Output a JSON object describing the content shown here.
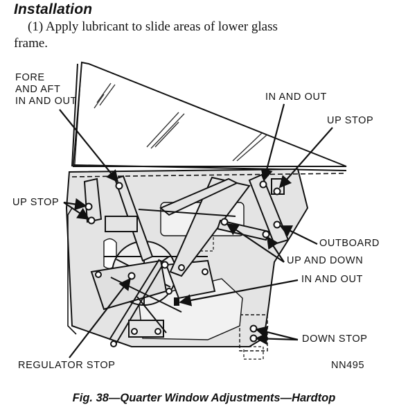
{
  "heading": "Installation",
  "step": {
    "line1": "(1) Apply lubricant to slide areas of lower glass",
    "line2": "frame."
  },
  "labels": {
    "fore_aft_1": "FORE",
    "fore_aft_2": "AND AFT",
    "fore_aft_3": "IN AND OUT",
    "up_stop_left": "UP STOP",
    "in_and_out_top": "IN AND OUT",
    "up_stop_right": "UP STOP",
    "outboard": "OUTBOARD",
    "up_and_down": "UP AND DOWN",
    "in_and_out_mid": "IN AND OUT",
    "down_stop": "DOWN STOP",
    "regulator_stop": "REGULATOR STOP",
    "code": "NN495"
  },
  "caption": "Fig. 38—Quarter Window Adjustments—Hardtop",
  "colors": {
    "ink": "#111111",
    "panel": "#e4e4e4",
    "glass": "#ffffff"
  }
}
